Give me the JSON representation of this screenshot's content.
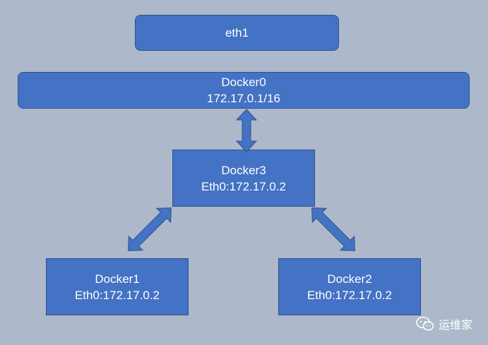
{
  "nodes": {
    "eth1": {
      "label": "eth1"
    },
    "docker0": {
      "label": "Docker0",
      "ip": "172.17.0.1/16"
    },
    "docker3": {
      "label": "Docker3",
      "ip": "Eth0:172.17.0.2"
    },
    "docker1": {
      "label": "Docker1",
      "ip": "Eth0:172.17.0.2"
    },
    "docker2": {
      "label": "Docker2",
      "ip": "Eth0:172.17.0.2"
    }
  },
  "watermark": {
    "text": "运维家",
    "icon": "wechat-icon"
  },
  "colors": {
    "background": "#adb9ca",
    "node_fill": "#4472c4",
    "node_border": "#2f528f",
    "text": "#ffffff"
  }
}
